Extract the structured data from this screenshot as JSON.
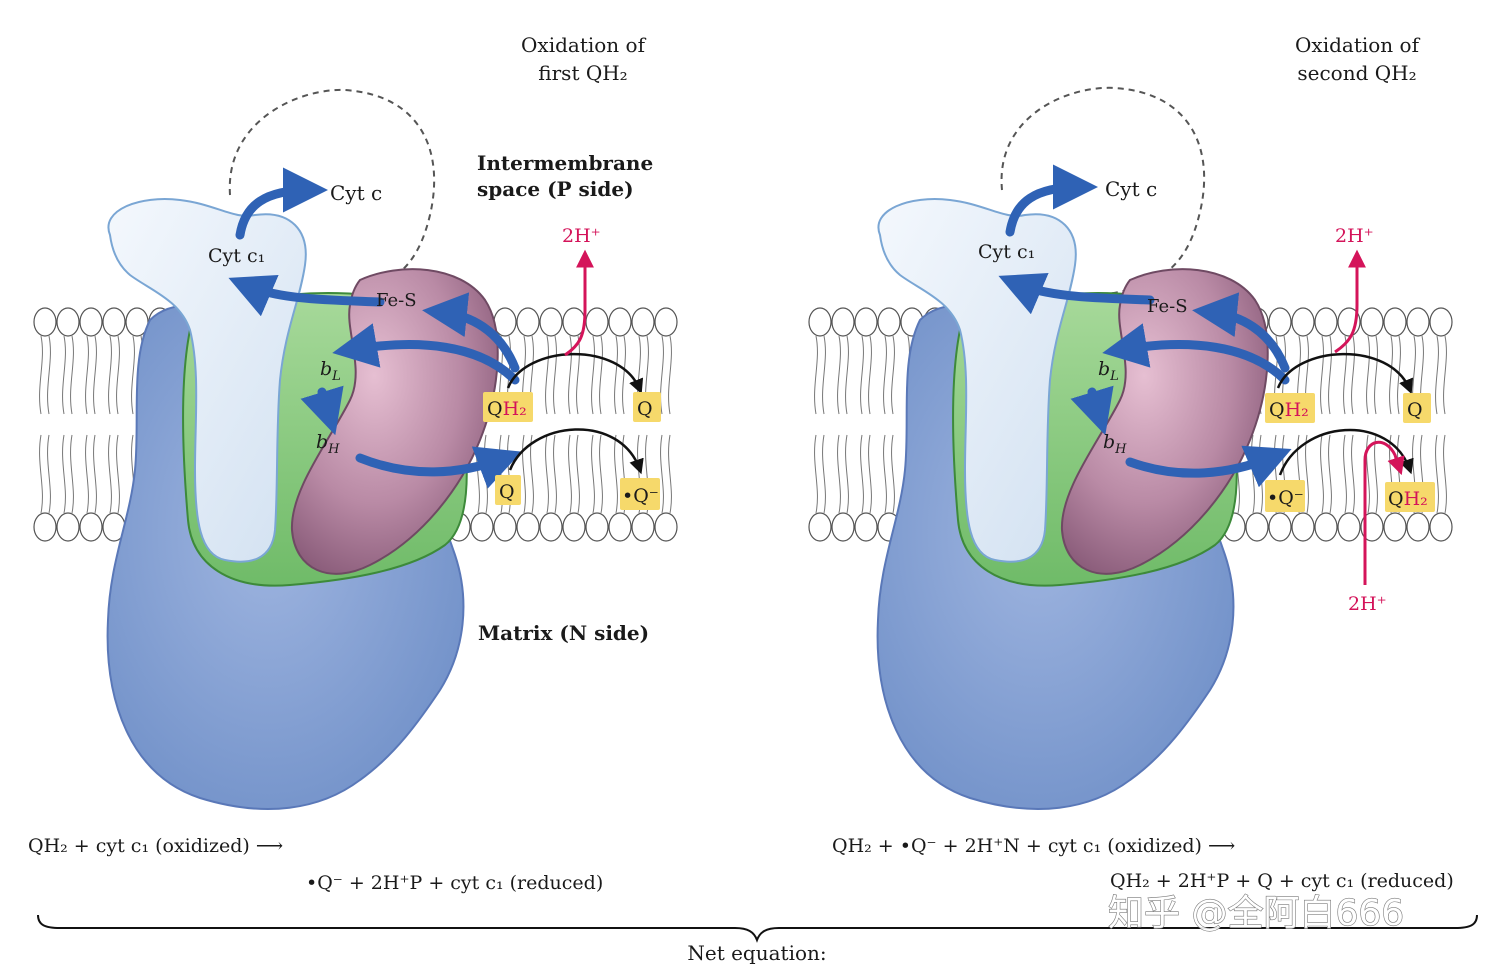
{
  "panels": [
    {
      "title": "Oxidation of first QH₂",
      "title_line1": "Oxidation of",
      "title_line2": "first QH₂",
      "labels": {
        "cyt_c": "Cyt c",
        "cyt_c1": "Cyt c₁",
        "fe_s": "Fe-S",
        "b_l": "b",
        "b_l_sub": "L",
        "b_h": "b",
        "b_h_sub": "H",
        "proton_top": "2H⁺",
        "site_top_left_main": "Q",
        "site_top_left_red": "H₂",
        "site_top_right": "Q",
        "site_bottom_left": "Q",
        "site_bottom_right": "•Q⁻"
      },
      "equation_line1": "QH₂ + cyt c₁ (oxidized)  ⟶",
      "equation_line2": "•Q⁻  + 2H⁺P + cyt c₁ (reduced)"
    },
    {
      "title": "Oxidation of second QH₂",
      "title_line1": "Oxidation of",
      "title_line2": "second QH₂",
      "labels": {
        "cyt_c": "Cyt c",
        "cyt_c1": "Cyt c₁",
        "fe_s": "Fe-S",
        "b_l": "b",
        "b_l_sub": "L",
        "b_h": "b",
        "b_h_sub": "H",
        "proton_top": "2H⁺",
        "proton_bottom": "2H⁺",
        "site_top_left_main": "Q",
        "site_top_left_red": "H₂",
        "site_top_right": "Q",
        "site_bottom_left": "•Q⁻",
        "site_bottom_right_main": "Q",
        "site_bottom_right_red": "H₂"
      },
      "equation_line1": "QH₂ + •Q⁻  + 2H⁺N + cyt c₁ (oxidized)      ⟶",
      "equation_line2": "QH₂ + 2H⁺P + Q + cyt c₁ (reduced)"
    }
  ],
  "regions": {
    "intermembrane_line1": "Intermembrane",
    "intermembrane_line2": "space (P side)",
    "matrix": "Matrix (N side)"
  },
  "net_equation_label": "Net equation:",
  "watermark": "知乎 @全阿白666",
  "colors": {
    "proton_red": "#d4145a",
    "q_box": "#f6d96b",
    "cyt_c1_fill": "#e6eff8",
    "complex_blue": "#7f9bd0",
    "green_domain": "#7fc57a",
    "iron_sulfur_purple": "#9c7090",
    "arrow_blue": "#2f62b5"
  }
}
